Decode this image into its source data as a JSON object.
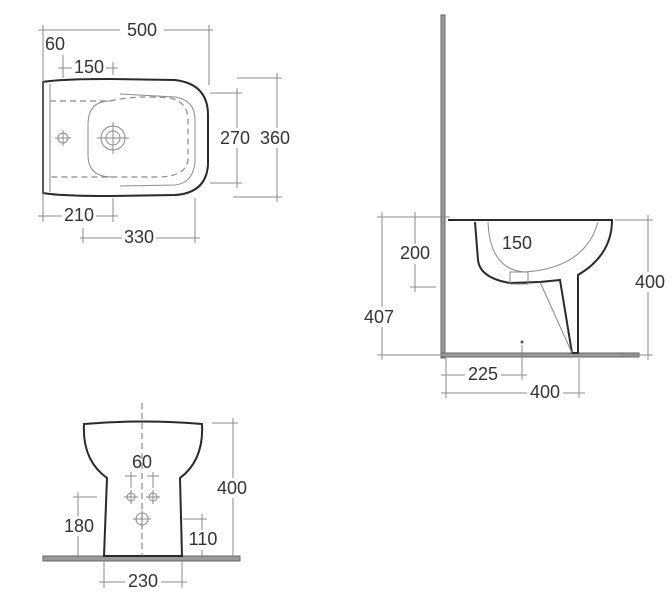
{
  "top_view": {
    "width": "500",
    "tap_offset": "60",
    "waste_offset": "150",
    "inner_width": "270",
    "outer_width": "360",
    "waste_from_back": "210",
    "bowl_length": "330"
  },
  "side_view": {
    "height_200": "200",
    "bowl_depth": "150",
    "total_height": "407",
    "rim_height": "400",
    "floor_point": "225",
    "projection": "400"
  },
  "front_view": {
    "hole_spacing": "60",
    "height": "400",
    "inlet_height": "180",
    "outlet_height": "110",
    "foot_width": "230"
  }
}
